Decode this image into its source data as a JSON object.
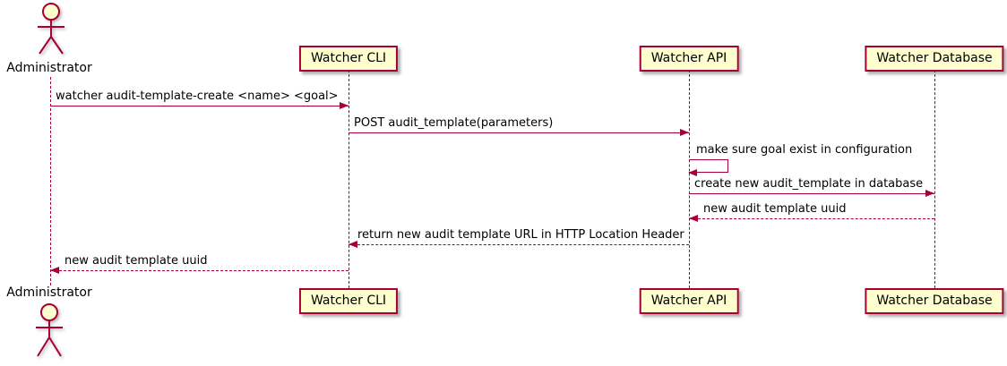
{
  "colors": {
    "stroke": "#A80036",
    "participant_fill": "#FEFECE",
    "text": "#000000",
    "background": "#FFFFFF"
  },
  "diagram": {
    "type": "sequence-diagram",
    "actor": {
      "label": "Administrator"
    },
    "participants": [
      {
        "label": "Watcher CLI"
      },
      {
        "label": "Watcher API"
      },
      {
        "label": "Watcher Database"
      }
    ],
    "messages": [
      {
        "from": "Administrator",
        "to": "Watcher CLI",
        "style": "solid",
        "label": "watcher audit-template-create <name> <goal>"
      },
      {
        "from": "Watcher CLI",
        "to": "Watcher API",
        "style": "solid",
        "label": "POST audit_template(parameters)"
      },
      {
        "from": "Watcher API",
        "to": "Watcher API",
        "style": "self",
        "label": "make sure goal exist in configuration"
      },
      {
        "from": "Watcher API",
        "to": "Watcher Database",
        "style": "solid",
        "label": "create new audit_template in database"
      },
      {
        "from": "Watcher Database",
        "to": "Watcher API",
        "style": "dashed",
        "label": "new audit template uuid"
      },
      {
        "from": "Watcher API",
        "to": "Watcher CLI",
        "style": "dashed",
        "label": "return new audit template URL in HTTP Location Header"
      },
      {
        "from": "Watcher CLI",
        "to": "Administrator",
        "style": "dashed",
        "label": "new audit template uuid"
      }
    ]
  }
}
